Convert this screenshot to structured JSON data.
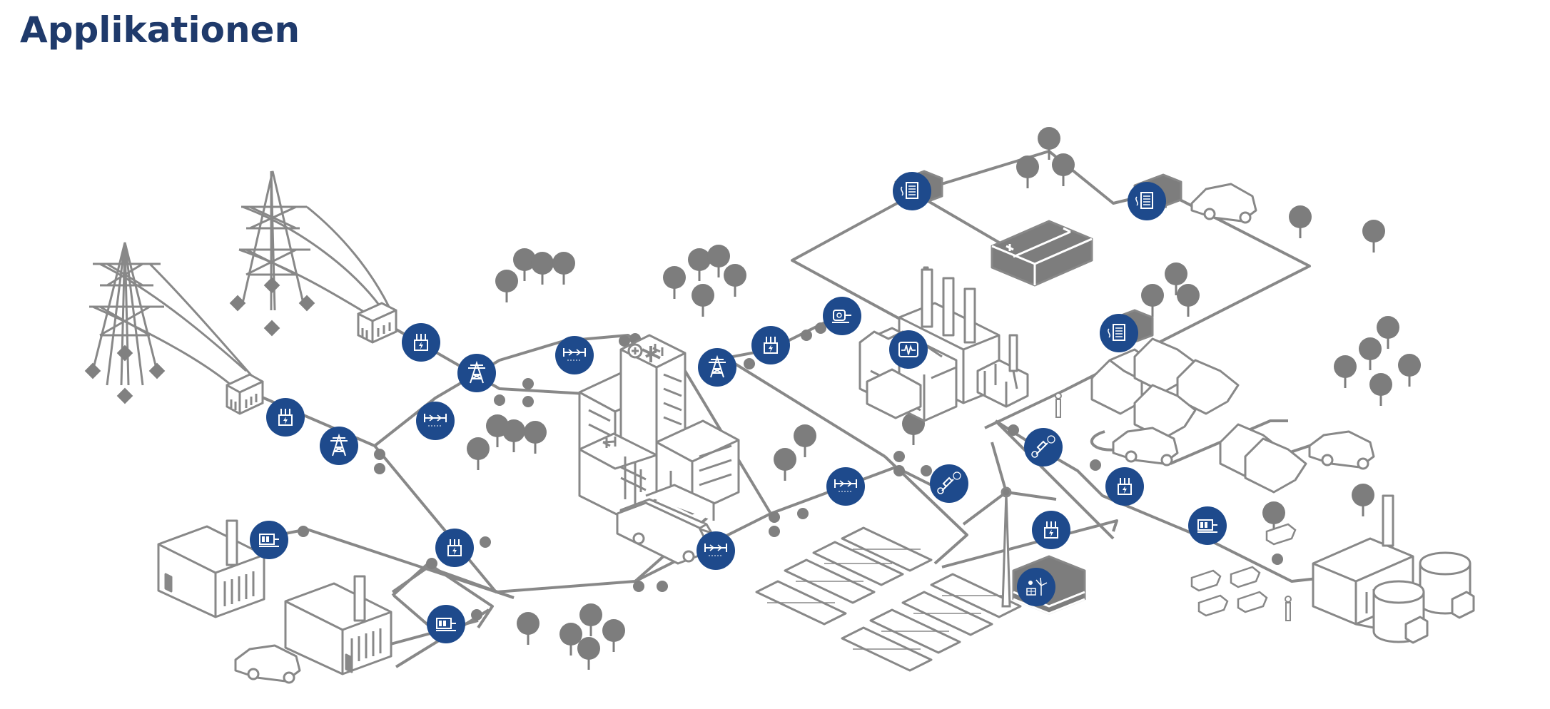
{
  "title": "Applikationen",
  "colors": {
    "title": "#1f3a6b",
    "badge": "#1e4a8c",
    "line": "#888888",
    "fill_light": "#ffffff",
    "fill_dark": "#7d7d7d",
    "node": "#808080"
  },
  "badges": [
    {
      "name": "badge-transformer-west-1",
      "icon": "transformer-icon"
    },
    {
      "name": "badge-tower-west-1",
      "icon": "power-tower-icon"
    },
    {
      "name": "badge-transformer-west-2",
      "icon": "transformer-icon"
    },
    {
      "name": "badge-tower-west-2",
      "icon": "power-tower-icon"
    },
    {
      "name": "badge-sync-1",
      "icon": "synchronization-icon"
    },
    {
      "name": "badge-sync-2",
      "icon": "synchronization-icon"
    },
    {
      "name": "badge-generator-1",
      "icon": "generator-icon"
    },
    {
      "name": "badge-transformer-south",
      "icon": "transformer-icon"
    },
    {
      "name": "badge-generator-2",
      "icon": "generator-icon"
    },
    {
      "name": "badge-sync-3",
      "icon": "synchronization-icon"
    },
    {
      "name": "badge-tower-center",
      "icon": "power-tower-icon"
    },
    {
      "name": "badge-transformer-center",
      "icon": "transformer-icon"
    },
    {
      "name": "badge-motor",
      "icon": "motor-icon"
    },
    {
      "name": "badge-power-quality",
      "icon": "power-quality-icon"
    },
    {
      "name": "badge-sync-4",
      "icon": "synchronization-icon"
    },
    {
      "name": "badge-ev-charger-1",
      "icon": "ev-charging-icon"
    },
    {
      "name": "badge-battery-storage-1",
      "icon": "battery-storage-icon"
    },
    {
      "name": "badge-battery-storage-2",
      "icon": "battery-storage-icon"
    },
    {
      "name": "badge-battery-storage-3",
      "icon": "battery-storage-icon"
    },
    {
      "name": "badge-ev-charger-2",
      "icon": "ev-charging-icon"
    },
    {
      "name": "badge-transformer-east",
      "icon": "transformer-icon"
    },
    {
      "name": "badge-transformer-wind",
      "icon": "transformer-icon"
    },
    {
      "name": "badge-renewable-storage",
      "icon": "renewable-storage-icon"
    },
    {
      "name": "badge-generator-3",
      "icon": "generator-icon"
    }
  ]
}
